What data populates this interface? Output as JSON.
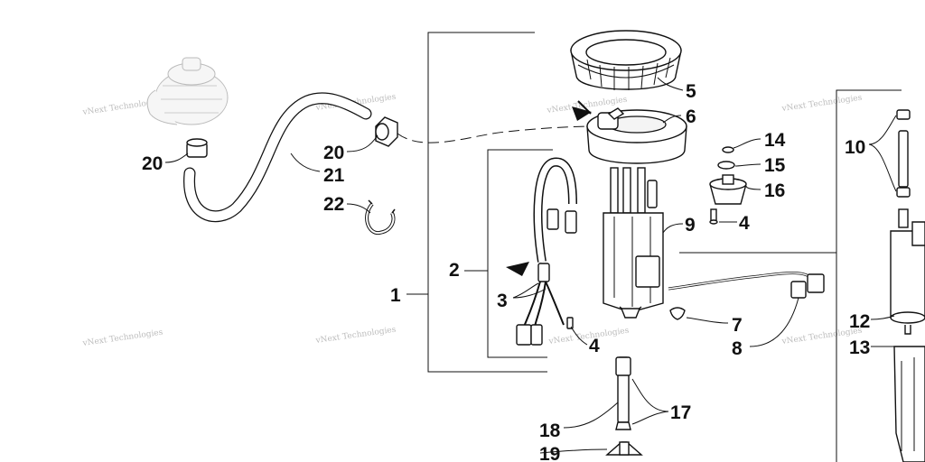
{
  "diagram": {
    "callouts": {
      "c1": "1",
      "c2": "2",
      "c3": "3",
      "c4a": "4",
      "c4b": "4",
      "c5": "5",
      "c6": "6",
      "c7": "7",
      "c8": "8",
      "c9": "9",
      "c10": "10",
      "c12": "12",
      "c13": "13",
      "c14": "14",
      "c15": "15",
      "c16": "16",
      "c17": "17",
      "c18": "18",
      "c19": "19",
      "c20a": "20",
      "c20b": "20",
      "c21": "21",
      "c22": "22"
    },
    "watermark": "vNext Technologies"
  }
}
